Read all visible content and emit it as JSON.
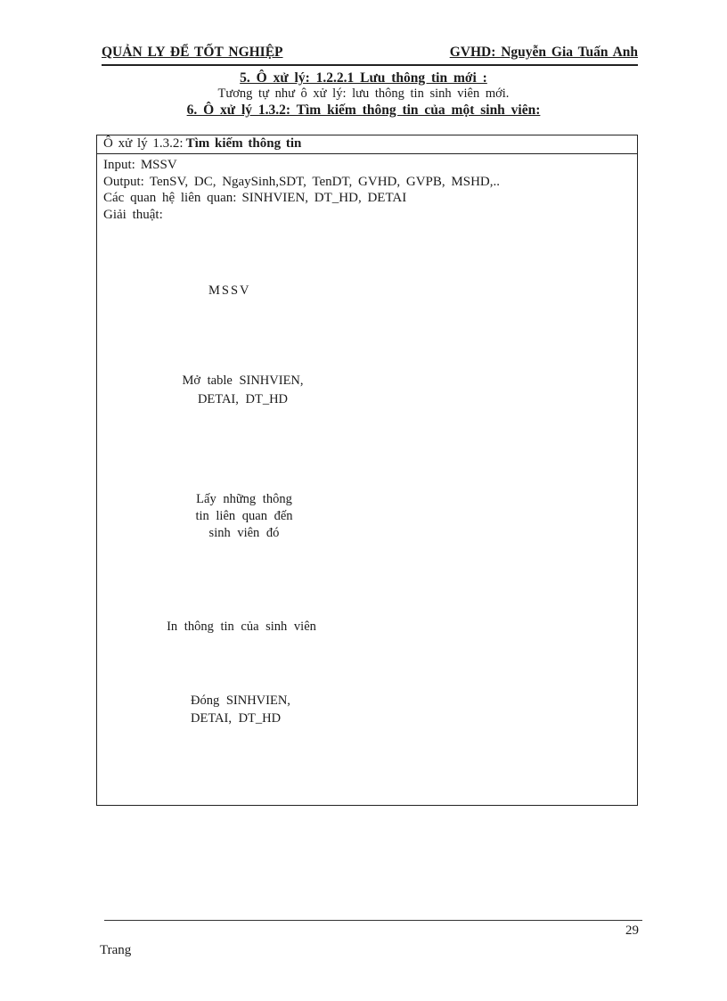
{
  "header": {
    "left": "QUẢN LY ĐỂ TỐT NGHIỆP",
    "right": "GVHD: Nguyễn Gia Tuấn Anh"
  },
  "sections": {
    "item5_heading": "5. Ô xử lý: 1.2.2.1 Lưu thông tin mới :",
    "item5_note": "Tương tự như ô xử lý: lưu thông tin sinh viên mới.",
    "item6_heading": "6. Ô xử lý 1.3.2: Tìm kiếm thông tin của một sinh viên:"
  },
  "process_box": {
    "title_prefix": "Ô xử lý 1.3.2:",
    "title_main": "Tìm kiếm thông tin",
    "fields": [
      {
        "label": "Input:",
        "value": "MSSV"
      },
      {
        "label": "Output:",
        "value": "TenSV, DC, NgaySinh,SDT, TenDT, GVHD, GVPB, MSHD,.."
      },
      {
        "label": "Các quan hệ liên quan:",
        "value": "SINHVIEN, DT_HD, DETAI"
      },
      {
        "label": "Giải thuật:",
        "value": ""
      }
    ]
  },
  "flowchart": {
    "start_icon": "start-terminator-icon",
    "input_mssv": "MSSV",
    "open_tables": "Mở table SINHVIEN,\nDETAI, DT_HD",
    "decision": "Lấy những thông\ntin liên quan đến\nsinh viên đó",
    "print_info": "In thông tin của sinh viên",
    "close_tables": "Đóng SINHVIEN,\nDETAI, DT_HD",
    "end_icon": "end-terminator-icon"
  },
  "footer": {
    "page_number": "29",
    "label": "Trang"
  },
  "colors": {
    "ink": "#1a1a1a",
    "line": "#333333"
  }
}
